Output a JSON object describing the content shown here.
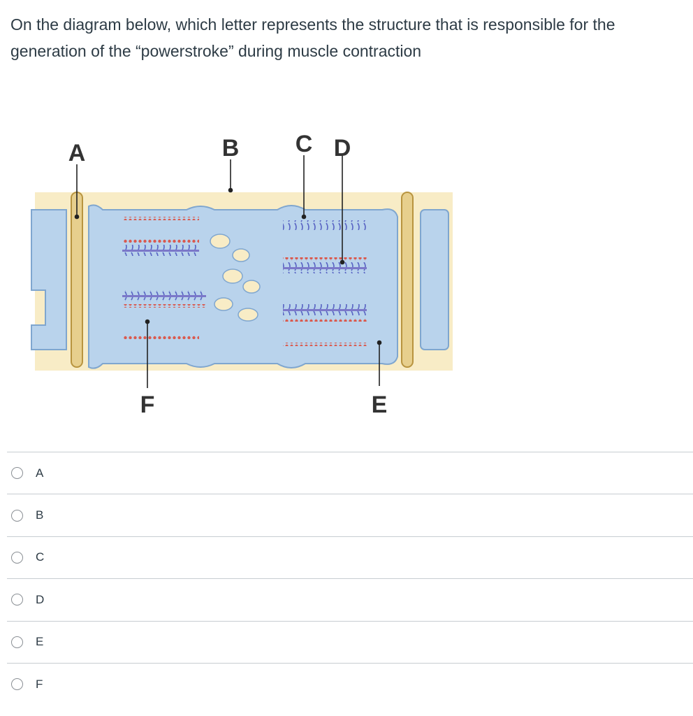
{
  "question": {
    "text": "On the diagram below, which letter represents the structure that is responsible for the generation of the “powerstroke” during muscle contraction"
  },
  "diagram": {
    "labels": {
      "a": "A",
      "b": "B",
      "c": "C",
      "d": "D",
      "e": "E",
      "f": "F"
    },
    "colors": {
      "sarcoplasm": "#f8ecc6",
      "reticulum": "#b9d3ec",
      "reticulum_edge": "#7fa6cf",
      "membrane": "#e7cf8d",
      "membrane_edge": "#b8943f",
      "myosin": "#7b78c9",
      "actin": "#d95a4f"
    }
  },
  "answers": [
    {
      "label": "A"
    },
    {
      "label": "B"
    },
    {
      "label": "C"
    },
    {
      "label": "D"
    },
    {
      "label": "E"
    },
    {
      "label": "F"
    }
  ]
}
